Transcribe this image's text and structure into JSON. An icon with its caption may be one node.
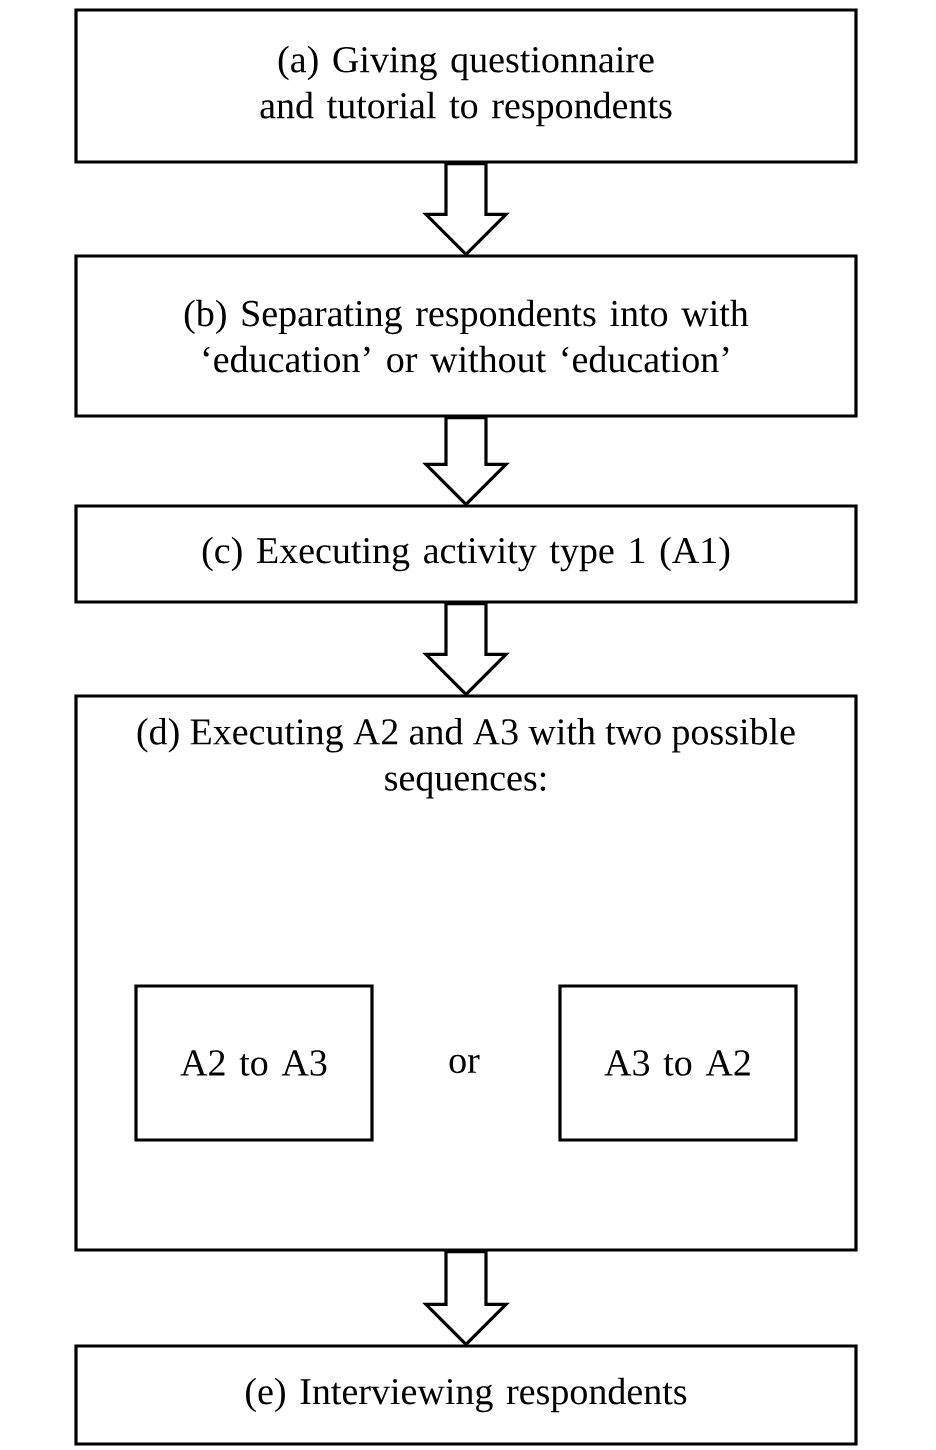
{
  "diagram": {
    "nodes": [
      {
        "text": [
          "(a) Giving questionnaire and tutorial to respondents"
        ]
      },
      {
        "text": [
          "(b) Separating respondents into with ‘education’ or without ‘education’"
        ]
      },
      {
        "text": [
          "(c) Executing activity type 1 (A1)"
        ]
      },
      {
        "text": [
          "(d) Executing A2 and A3 with two possible sequences:"
        ]
      },
      {
        "text": [
          "A2 to A3"
        ],
        "in": 3
      },
      {
        "text": [
          "A3 to A2"
        ],
        "in": 3
      },
      {
        "text": [
          "(e) Interviewing respondents"
        ]
      }
    ],
    "edges": [
      {
        "from": 0,
        "to": 1,
        "arrow": "to"
      },
      {
        "from": 1,
        "to": 2,
        "arrow": "to"
      },
      {
        "from": 2,
        "to": 3,
        "arrow": "to"
      },
      {
        "from": 3,
        "to": 6,
        "arrow": "to"
      }
    ],
    "labels": [
      "or"
    ]
  }
}
